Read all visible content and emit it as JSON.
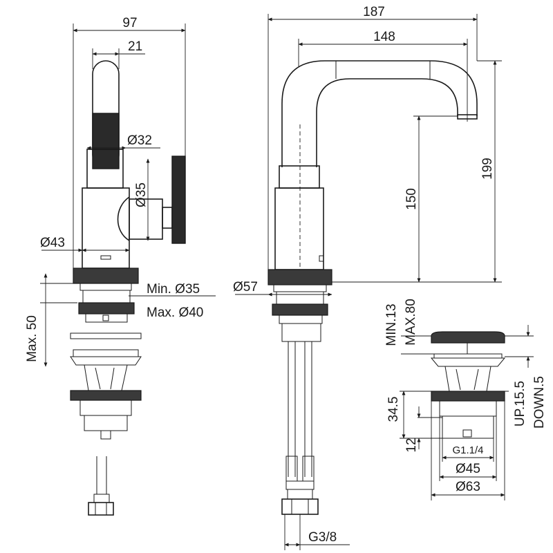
{
  "side_view": {
    "dim_width_total": "97",
    "dim_lever_width": "21",
    "dim_lever_diameter": "Ø32",
    "dim_body_upper_diameter": "Ø35",
    "dim_body_diameter": "Ø43",
    "dim_min_hole": "Min. Ø35",
    "dim_max_hole": "Max. Ø40",
    "dim_max_thickness": "Max. 50"
  },
  "front_view": {
    "dim_width_total": "187",
    "dim_spout_reach": "148",
    "dim_height_total": "199",
    "dim_spout_height": "150",
    "dim_base_diameter": "Ø57",
    "dim_hose_thread": "G3/8"
  },
  "waste_view": {
    "dim_min": "MIN.13",
    "dim_max": "MAX.80",
    "dim_up": "UP.15.5",
    "dim_down": "DOWN.5",
    "dim_body_height": "34.5",
    "dim_thread_height": "12",
    "dim_thread": "G1.1/4",
    "dim_inner_diameter": "Ø45",
    "dim_outer_diameter": "Ø63"
  }
}
